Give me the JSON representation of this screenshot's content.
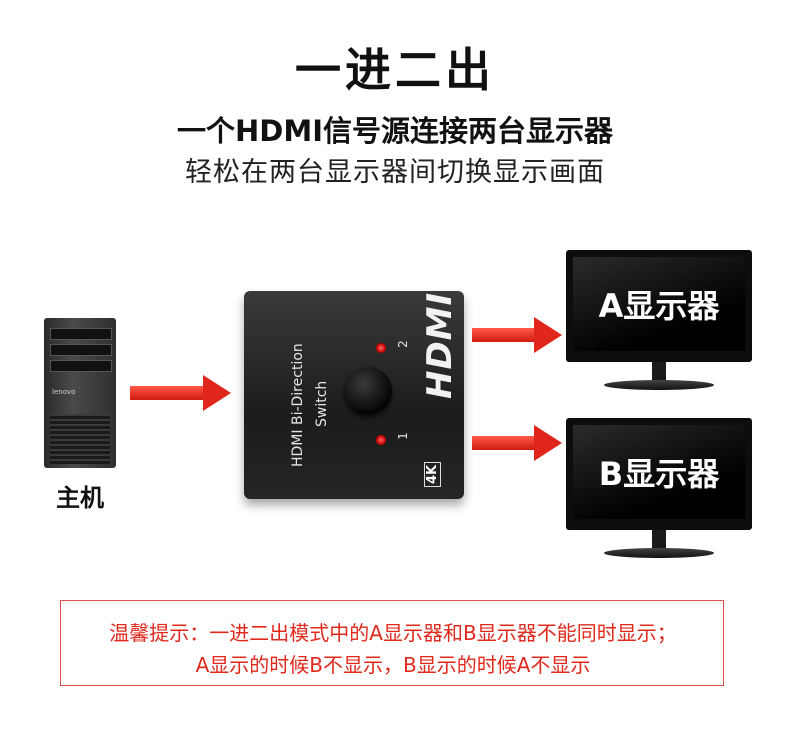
{
  "header": {
    "title": "一进二出",
    "subtitle": "一个HDMI信号源连接两台显示器",
    "tagline": "轻松在两台显示器间切换显示画面"
  },
  "pc": {
    "brand": "lenovo",
    "label": "主机"
  },
  "switch_device": {
    "name_line1": "HDMI Bi-Direction",
    "name_line2": "Switch",
    "port1": "1",
    "port2": "2",
    "logo": "HDMI",
    "badge": "4K",
    "led_color": "#cc0000"
  },
  "monitors": [
    {
      "label": "A显示器"
    },
    {
      "label": "B显示器"
    }
  ],
  "notice": {
    "line1": "温馨提示：一进二出模式中的A显示器和B显示器不能同时显示；",
    "line2": "A显示的时候B不显示，B显示的时候A不显示"
  },
  "colors": {
    "arrow": "#e0261a",
    "notice_text": "#e02a1e",
    "notice_border": "#d9534f"
  }
}
